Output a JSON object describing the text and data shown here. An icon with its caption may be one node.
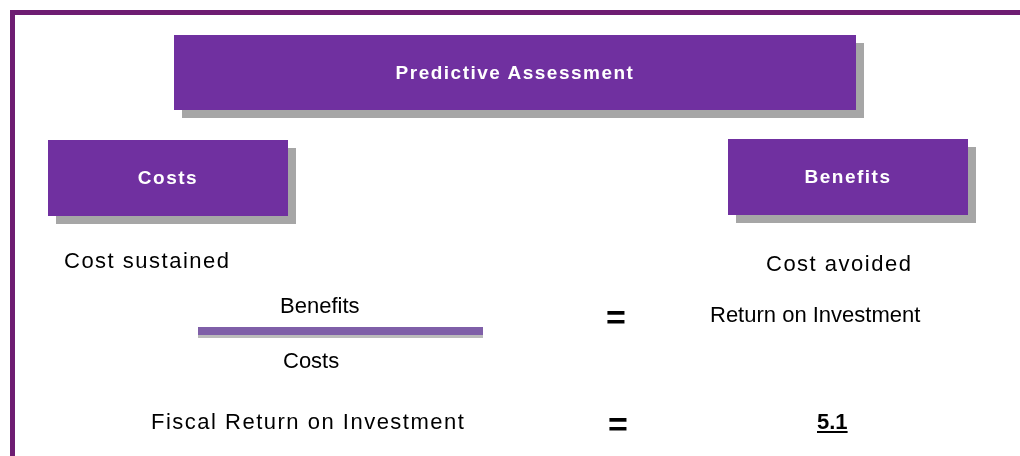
{
  "diagram": {
    "nodes": [
      {
        "text": [
          "Predictive Assessment"
        ]
      },
      {
        "text": [
          "Costs"
        ]
      },
      {
        "text": [
          "Benefits"
        ]
      }
    ],
    "labels": [
      "Cost sustained",
      "Cost avoided",
      "Benefits",
      "=",
      "Return on Investment",
      "Costs",
      "Fiscal Return on Investment",
      "=",
      "5.1"
    ]
  }
}
